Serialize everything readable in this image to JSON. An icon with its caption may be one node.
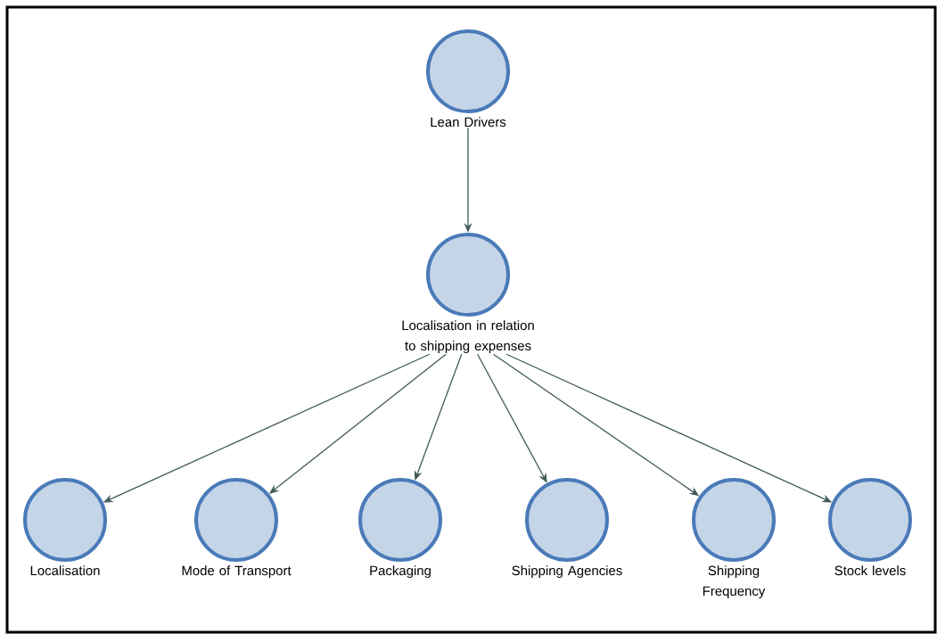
{
  "diagram": {
    "nodes": [
      {
        "text": [
          "Lean Drivers"
        ]
      },
      {
        "text": [
          "Localisation in relation to shipping expenses"
        ]
      },
      {
        "text": [
          "Localisation"
        ]
      },
      {
        "text": [
          "Mode of Transport"
        ]
      },
      {
        "text": [
          "Packaging"
        ]
      },
      {
        "text": [
          "Shipping Agencies"
        ]
      },
      {
        "text": [
          "Shipping Frequency"
        ]
      },
      {
        "text": [
          "Stock levels"
        ]
      }
    ],
    "edges": [
      {
        "from": 0,
        "to": 1,
        "arrow": "to"
      },
      {
        "from": 1,
        "to": 2,
        "arrow": "to"
      },
      {
        "from": 1,
        "to": 3,
        "arrow": "to"
      },
      {
        "from": 1,
        "to": 4,
        "arrow": "to"
      },
      {
        "from": 1,
        "to": 5,
        "arrow": "to"
      },
      {
        "from": 1,
        "to": 6,
        "arrow": "to"
      },
      {
        "from": 1,
        "to": 7,
        "arrow": "to"
      }
    ]
  }
}
